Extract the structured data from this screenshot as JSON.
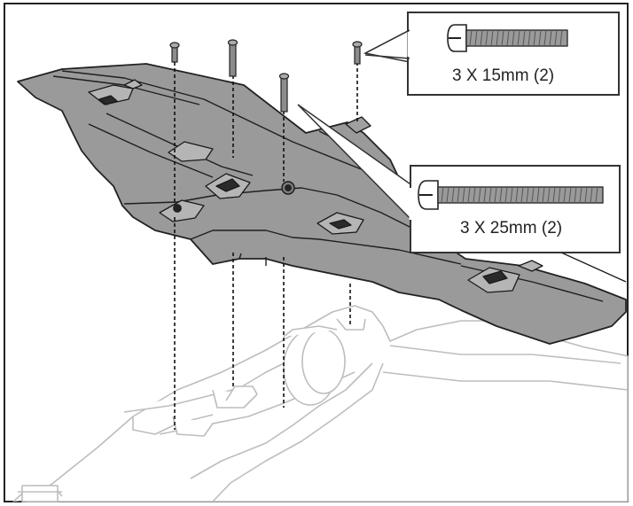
{
  "screws": [
    {
      "label": "3 X 15mm (2)",
      "length_mm": 15,
      "count": 2
    },
    {
      "label": "3 X 25mm (2)",
      "length_mm": 25,
      "count": 2
    }
  ],
  "colors": {
    "wing_fill": "#9a9a9a",
    "wing_stroke": "#222222",
    "fuselage_stroke": "#bdbdbd",
    "callout_border": "#333333",
    "screw_fill": "#8c8c8c"
  }
}
